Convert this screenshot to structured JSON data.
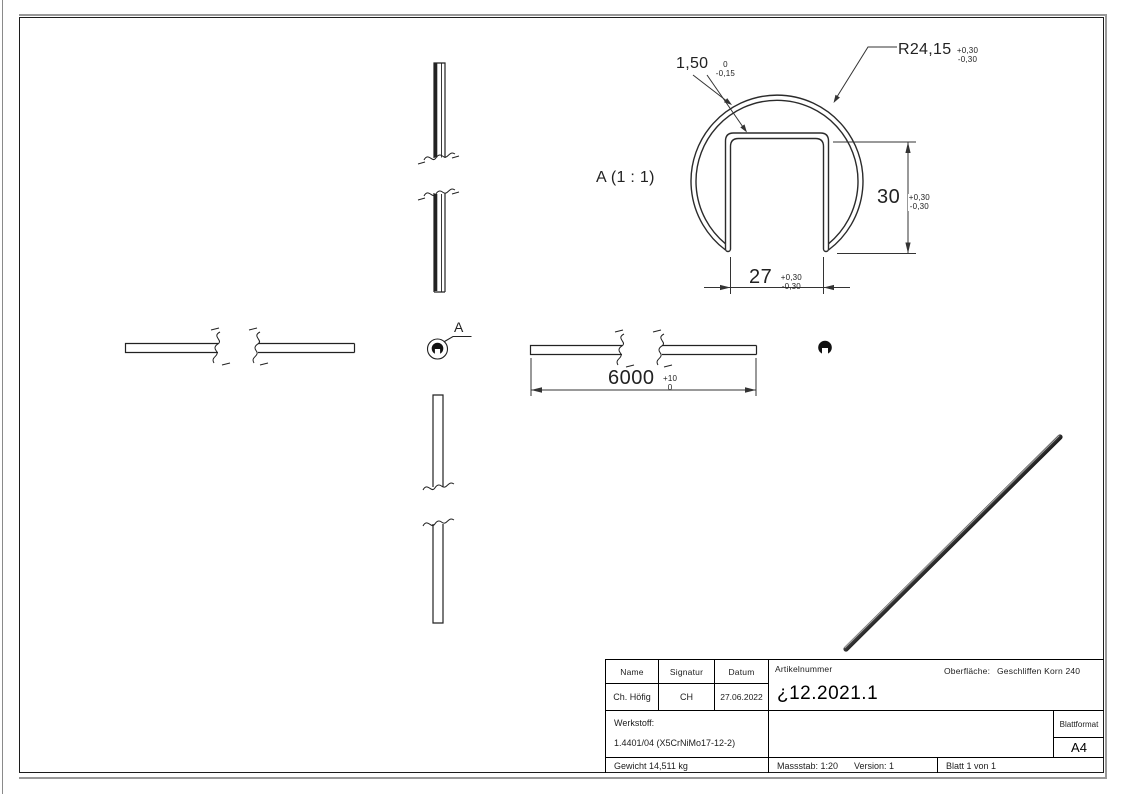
{
  "views": {
    "detail": {
      "label": "A (1 : 1)",
      "callout_label": "A",
      "dimensions": {
        "radius": {
          "text": "R24,15",
          "tol_upper": "+0,30",
          "tol_lower": "-0,30"
        },
        "wall_thickness": {
          "text": "1,50",
          "tol_upper": "0",
          "tol_lower": "-0,15"
        },
        "slot_height": {
          "text": "30",
          "tol_upper": "+0,30",
          "tol_lower": "-0,30"
        },
        "slot_width": {
          "text": "27",
          "tol_upper": "+0,30",
          "tol_lower": "-0,30"
        }
      }
    },
    "length_dimension": {
      "text": "6000",
      "tol_upper": "+10",
      "tol_lower": "0"
    }
  },
  "title_block": {
    "name_label": "Name",
    "signatur_label": "Signatur",
    "datum_label": "Datum",
    "name_value": "Ch. Höfig",
    "signatur_value": "CH",
    "datum_value": "27.06.2022",
    "artikelnummer_label": "Artikelnummer",
    "artikelnummer_value": "¿12.2021.1",
    "oberflaeche_label": "Oberfläche:",
    "oberflaeche_value": "Geschliffen Korn 240",
    "werkstoff_label": "Werkstoff:",
    "werkstoff_value": "1.4401/04 (X5CrNiMo17-12-2)",
    "gewicht_value": "Gewicht 14,511 kg",
    "massstab_value": "Massstab: 1:20",
    "version_value": "Version: 1",
    "blatt_value": "Blatt 1 von 1",
    "blattformat_label": "Blattformat",
    "blattformat_value": "A4"
  }
}
